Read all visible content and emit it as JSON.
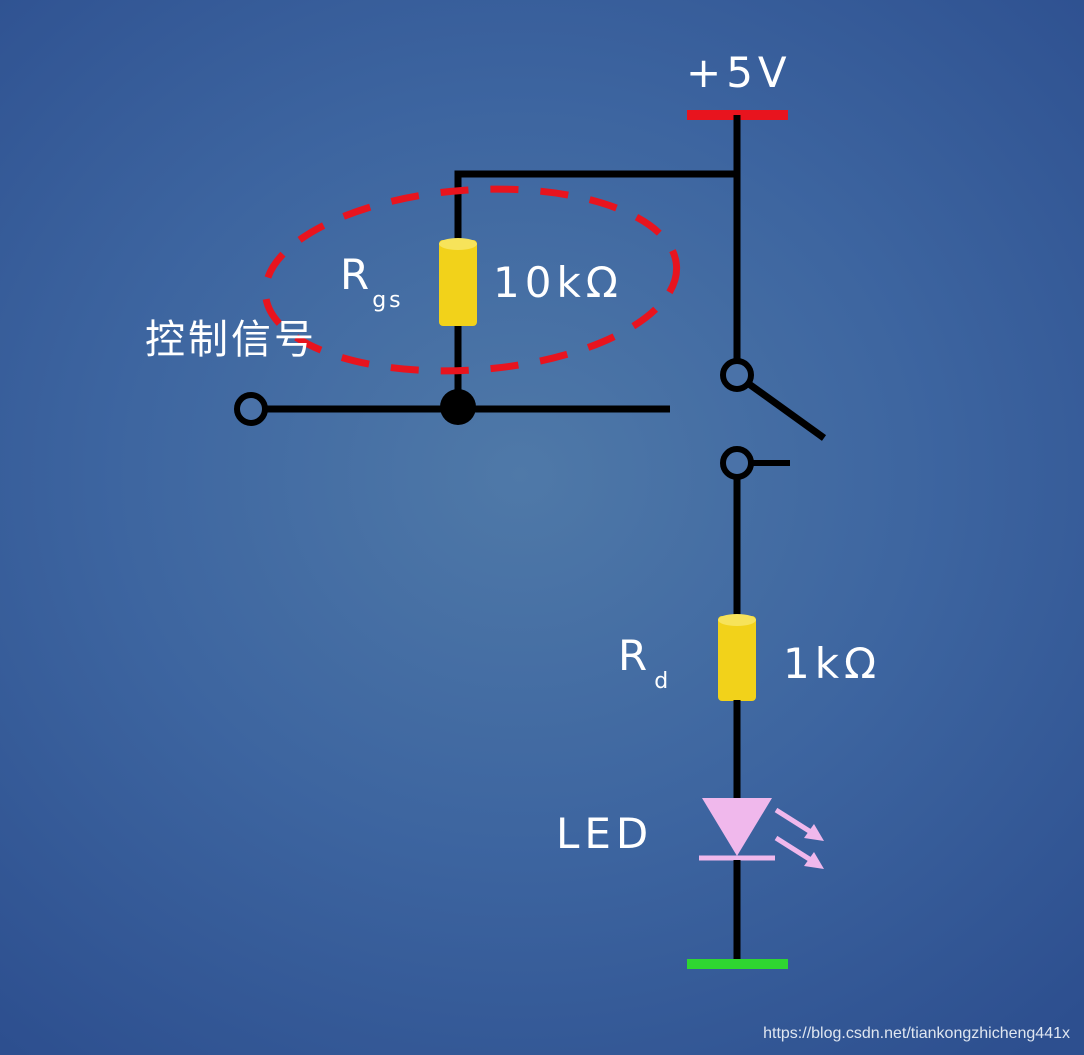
{
  "labels": {
    "vcc": "+5V",
    "control_signal": "控制信号",
    "rgs_main": "R",
    "rgs_sub": "gs",
    "rgs_value": "10kΩ",
    "rd_main": "R",
    "rd_sub": "d",
    "rd_value": "1kΩ",
    "led": "LED"
  },
  "watermark": "https://blog.csdn.net/tiankongzhicheng441x",
  "colors": {
    "wire": "#000000",
    "vcc_rail": "#e8141e",
    "ground_rail": "#2fd631",
    "resistor": "#f2d21a",
    "led": "#f0b8ec",
    "highlight_ellipse": "#e8141e",
    "text": "#ffffff"
  }
}
